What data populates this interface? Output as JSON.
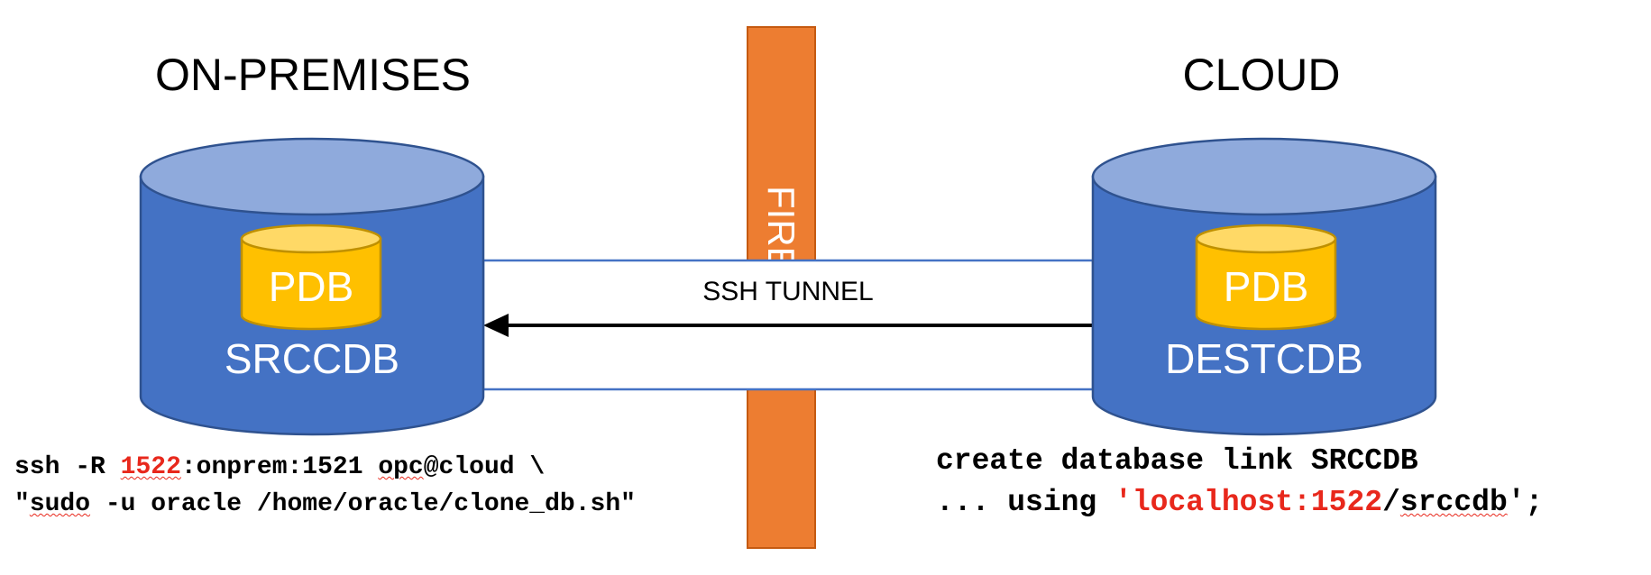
{
  "colors": {
    "firewall": "#ed7d31",
    "cylinder_body": "#4472c4",
    "cylinder_top": "#8faadc",
    "cylinder_stroke": "#2f528f",
    "pdb_body": "#ffc000",
    "pdb_top": "#ffd966",
    "pdb_stroke": "#bf9000",
    "tunnel_stroke": "#4472c4",
    "highlight_text": "#e8281c"
  },
  "left_site": {
    "title": "ON-PREMISES",
    "pdb_label": "PDB",
    "cdb_label": "SRCCDB"
  },
  "right_site": {
    "title": "CLOUD",
    "pdb_label": "PDB",
    "cdb_label": "DESTCDB"
  },
  "firewall": {
    "label": "FIRE"
  },
  "tunnel": {
    "label": "SSH TUNNEL",
    "arrow_direction": "right-to-left"
  },
  "left_command": {
    "line1": {
      "cmd": "ssh",
      "flag": "-R",
      "port": "1522",
      "rest1": ":onprem:1521",
      "user": "opc",
      "rest2": "@cloud \\"
    },
    "line2": {
      "quote": "\"",
      "sudo": "sudo",
      "rest": " -u oracle /home/oracle/clone_db.sh\""
    }
  },
  "right_command": {
    "line1": "create database link SRCCDB",
    "line2": {
      "prefix": "... using ",
      "literal": "'localhost:1522",
      "slash": "/",
      "db": "srccdb",
      "suffix": "';"
    }
  }
}
